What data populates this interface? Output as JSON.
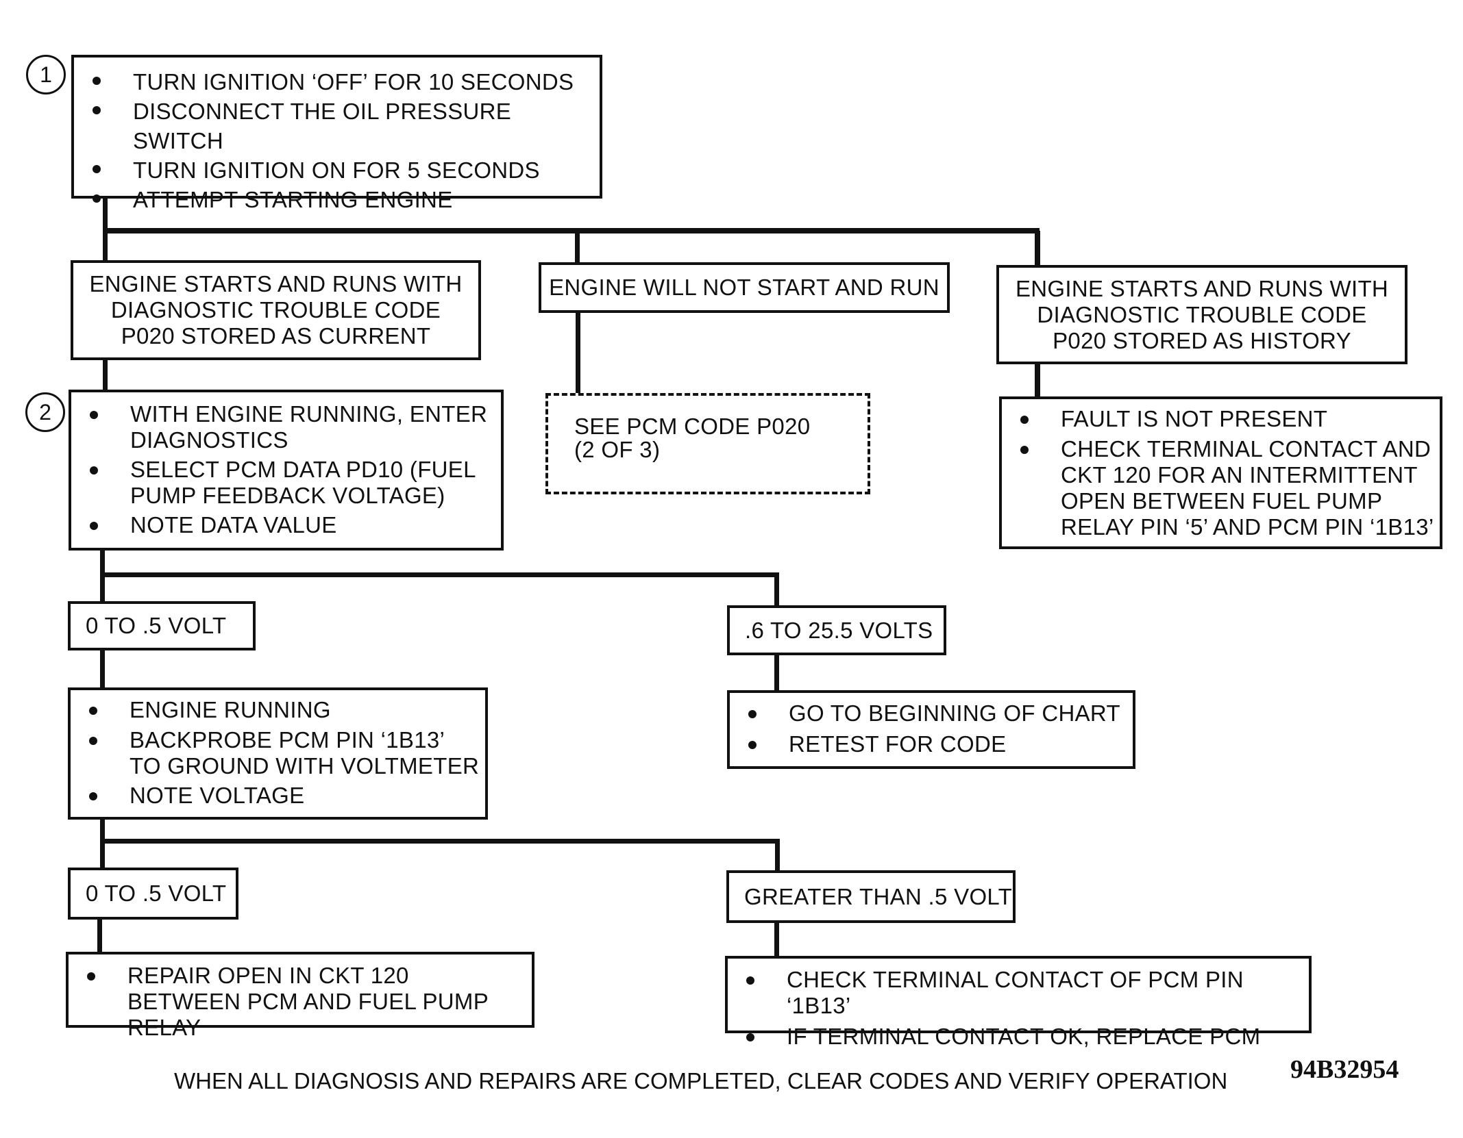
{
  "steps": {
    "one": {
      "number": "1",
      "items": [
        "TURN IGNITION ‘OFF’ FOR 10 SECONDS",
        "DISCONNECT THE OIL PRESSURE SWITCH",
        "TURN IGNITION ON FOR 5 SECONDS",
        "ATTEMPT STARTING ENGINE"
      ]
    },
    "two": {
      "number": "2",
      "items": [
        "WITH ENGINE RUNNING, ENTER DIAGNOSTICS",
        "SELECT PCM DATA PD10 (FUEL PUMP FEEDBACK VOLTAGE)",
        "NOTE DATA VALUE"
      ]
    }
  },
  "branches": {
    "current": "ENGINE STARTS AND RUNS WITH DIAGNOSTIC TROUBLE CODE P020 STORED AS CURRENT",
    "no_start": "ENGINE WILL NOT START AND RUN",
    "history": "ENGINE STARTS AND RUNS WITH DIAGNOSTIC TROUBLE CODE P020 STORED AS HISTORY"
  },
  "see_pcm": {
    "line1": "SEE PCM CODE P020",
    "line2": "(2 OF 3)"
  },
  "history_actions": [
    "FAULT IS NOT PRESENT",
    "CHECK TERMINAL CONTACT AND CKT 120 FOR AN INTERMITTENT OPEN BETWEEN FUEL PUMP RELAY PIN ‘5’ AND PCM PIN ‘1B13’"
  ],
  "pd10_results": {
    "low": "0 TO .5 VOLT",
    "high": ".6 TO 25.5 VOLTS"
  },
  "backprobe_steps": [
    "ENGINE RUNNING",
    "BACKPROBE PCM PIN ‘1B13’ TO GROUND WITH VOLTMETER",
    "NOTE VOLTAGE"
  ],
  "retest_steps": [
    "GO TO BEGINNING OF CHART",
    "RETEST FOR CODE"
  ],
  "pin_results": {
    "low": "0 TO .5 VOLT",
    "high": "GREATER THAN .5 VOLT"
  },
  "repair_open": [
    "REPAIR OPEN IN CKT 120 BETWEEN PCM AND FUEL PUMP RELAY"
  ],
  "replace_pcm": [
    "CHECK TERMINAL CONTACT OF PCM PIN ‘1B13’",
    "IF TERMINAL CONTACT OK, REPLACE PCM"
  ],
  "footer": "WHEN ALL DIAGNOSIS AND REPAIRS ARE COMPLETED, CLEAR CODES AND VERIFY OPERATION",
  "figure_id": "94B32954"
}
